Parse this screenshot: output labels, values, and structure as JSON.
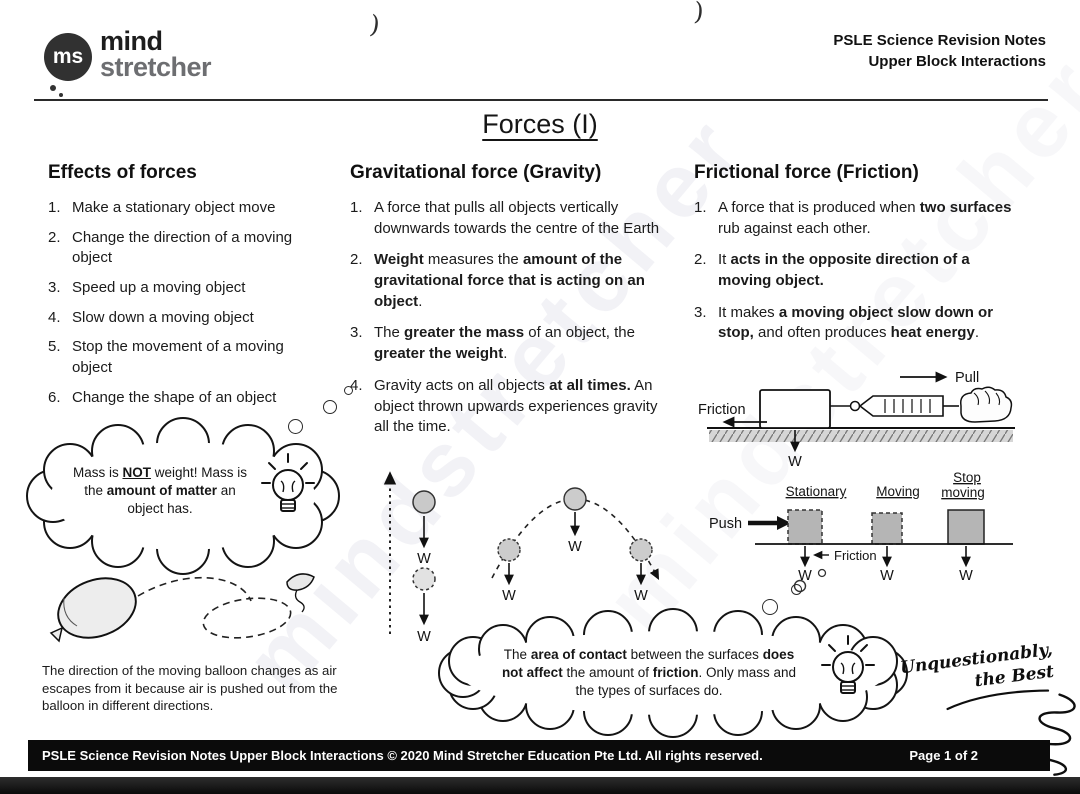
{
  "logo": {
    "monogram": "ms",
    "word1": "mind",
    "word2": "stretcher"
  },
  "header": {
    "line1": "PSLE Science Revision Notes",
    "line2": "Upper Block Interactions"
  },
  "title": "Forces (I)",
  "watermark": "mindstretcher",
  "artifacts": {
    "paren1": ")",
    "paren2": ")"
  },
  "labels": {
    "w": "W"
  },
  "effects": {
    "heading": "Effects of forces",
    "items": [
      "Make a stationary object move",
      "Change the direction of a moving object",
      "Speed up a moving object",
      "Slow down a moving object",
      "Stop the movement of a moving object",
      "Change the shape of an object"
    ]
  },
  "gravity": {
    "heading": "Gravitational force (Gravity)",
    "items": [
      [
        {
          "t": "A force that pulls all objects vertically downwards towards the centre of the Earth"
        }
      ],
      [
        {
          "t": "Weight",
          "b": true
        },
        {
          "t": " measures the "
        },
        {
          "t": "amount of the gravitational force that is acting on an object",
          "b": true
        },
        {
          "t": "."
        }
      ],
      [
        {
          "t": "The "
        },
        {
          "t": "greater the mass",
          "b": true
        },
        {
          "t": " of an object, the "
        },
        {
          "t": "greater the weight",
          "b": true
        },
        {
          "t": "."
        }
      ],
      [
        {
          "t": "Gravity acts on all objects "
        },
        {
          "t": "at all times.",
          "b": true
        },
        {
          "t": " An object thrown upwards experiences gravity all the time."
        }
      ]
    ]
  },
  "friction": {
    "heading": "Frictional force (Friction)",
    "items": [
      [
        {
          "t": "A force that is produced when "
        },
        {
          "t": "two surfaces",
          "b": true
        },
        {
          "t": " rub against each other."
        }
      ],
      [
        {
          "t": "It "
        },
        {
          "t": "acts in the opposite direction of a moving object.",
          "b": true
        }
      ],
      [
        {
          "t": "It makes "
        },
        {
          "t": "a moving object slow down or stop,",
          "b": true
        },
        {
          "t": " and often produces "
        },
        {
          "t": "heat energy",
          "b": true
        },
        {
          "t": "."
        }
      ]
    ]
  },
  "cloud_mass": {
    "text": [
      {
        "t": "Mass is "
      },
      {
        "t": "NOT",
        "b": true,
        "u": true
      },
      {
        "t": " weight! Mass is the "
      },
      {
        "t": "amount of matter",
        "b": true
      },
      {
        "t": " an object has."
      }
    ]
  },
  "balloon": {
    "caption": "The direction of the moving balloon changes as air escapes from it because air is pushed out from the balloon in different directions."
  },
  "pull_diagram": {
    "pull": "Pull",
    "friction": "Friction"
  },
  "blocks_diagram": {
    "stationary": "Stationary",
    "moving": "Moving",
    "stop_line1": "Stop",
    "stop_line2": "moving",
    "push": "Push",
    "friction": "Friction"
  },
  "cloud_friction": {
    "text": [
      {
        "t": "The "
      },
      {
        "t": "area of contact",
        "b": true
      },
      {
        "t": " between the surfaces "
      },
      {
        "t": "does not affect",
        "b": true
      },
      {
        "t": " the amount of "
      },
      {
        "t": "friction",
        "b": true
      },
      {
        "t": ". Only mass and the types of surfaces do."
      }
    ]
  },
  "handwritten": {
    "line1": "Unquestionably,",
    "line2": "the Best"
  },
  "footer": {
    "left": "PSLE Science Revision Notes Upper Block Interactions © 2020 Mind Stretcher Education Pte Ltd.  All rights reserved.",
    "right": "Page 1 of 2"
  }
}
